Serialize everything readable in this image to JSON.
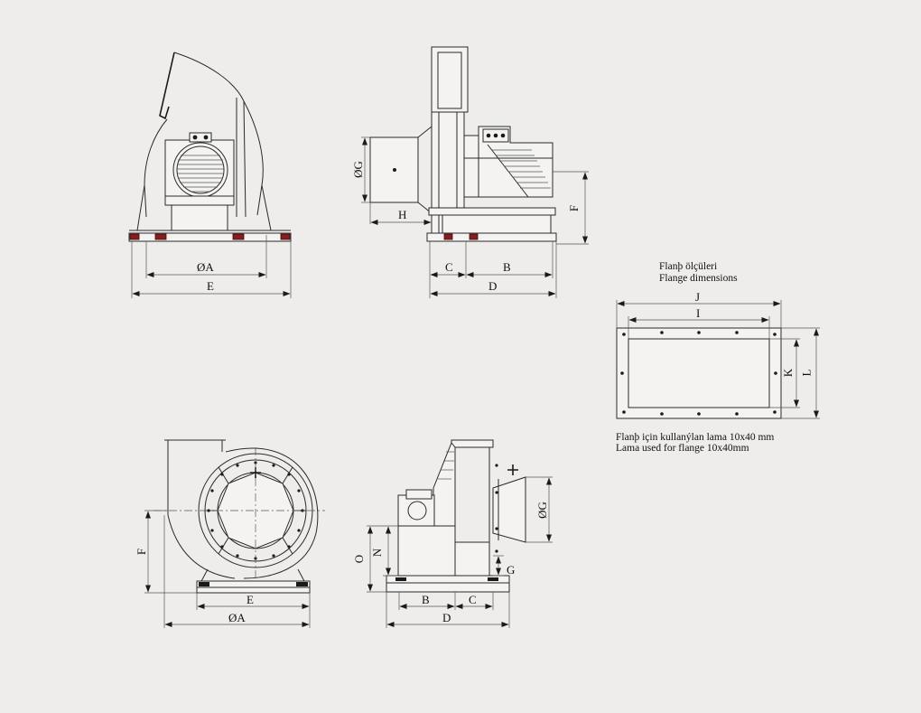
{
  "drawing": {
    "background": "#efedeb",
    "line_color": "#2a2a2a",
    "pad_color": "#8a1c1c"
  },
  "view_front_top": {
    "dim_a": "ØA",
    "dim_e": "E"
  },
  "view_side_top": {
    "dim_g": "ØG",
    "dim_h": "H",
    "dim_f": "F",
    "dim_c": "C",
    "dim_b": "B",
    "dim_d": "D"
  },
  "flange": {
    "title_tr": "Flanþ ölçüleri",
    "title_en": "Flange dimensions",
    "dim_j": "J",
    "dim_i": "I",
    "dim_k": "K",
    "dim_l": "L",
    "note_tr": "Flanþ için kullanýlan lama 10x40 mm",
    "note_en": "Lama used for flange 10x40mm"
  },
  "view_front_bottom": {
    "dim_f": "F",
    "dim_e": "E",
    "dim_a": "ØA"
  },
  "view_side_bottom": {
    "dim_o": "O",
    "dim_n": "N",
    "dim_g": "ØG",
    "dim_gg": "G",
    "dim_b": "B",
    "dim_c": "C",
    "dim_d": "D"
  }
}
